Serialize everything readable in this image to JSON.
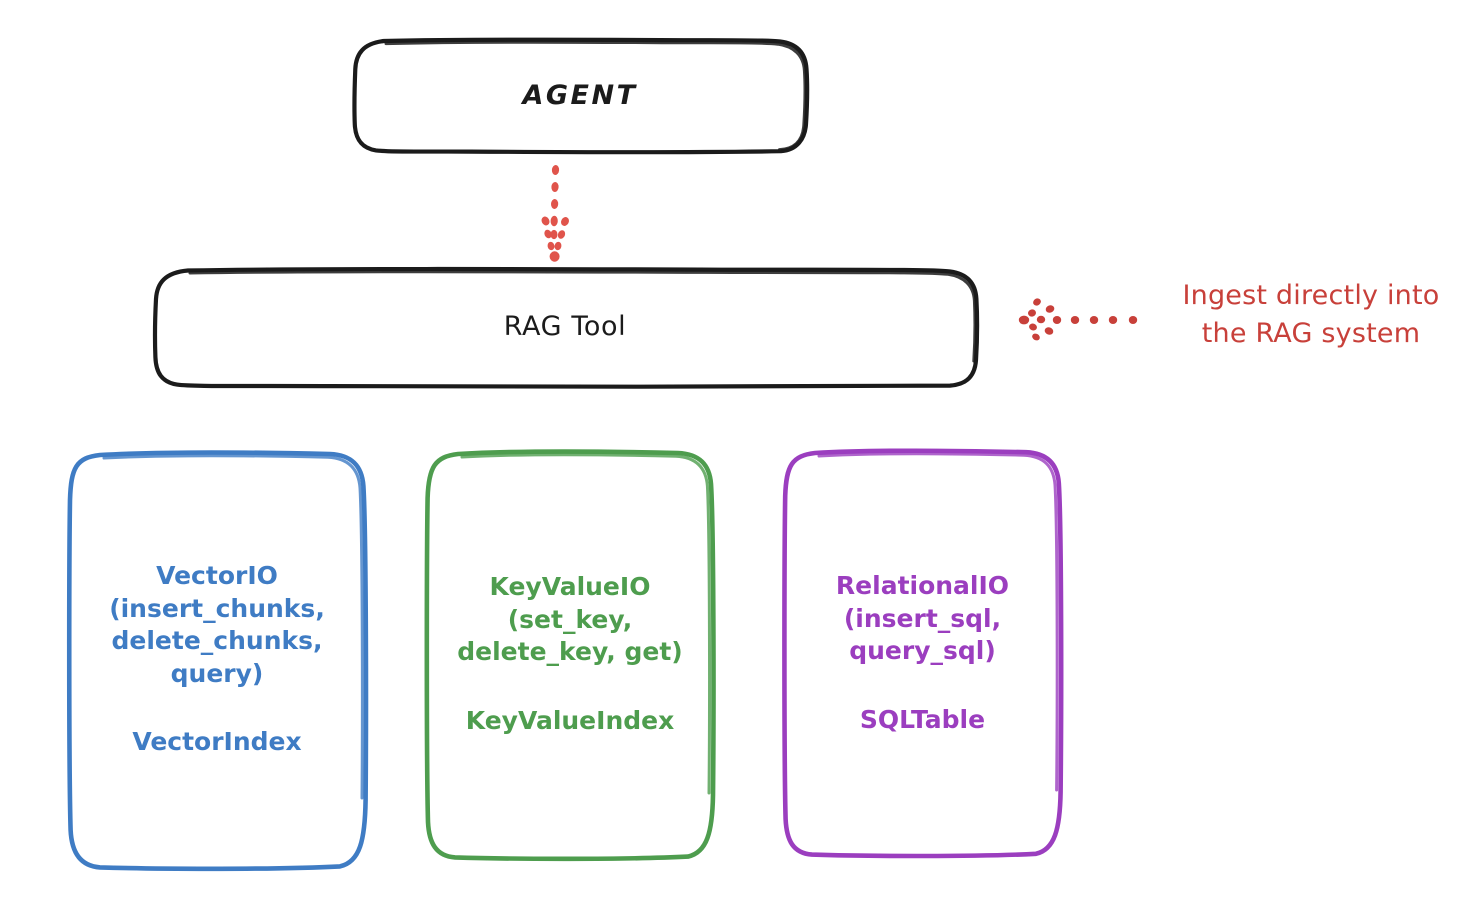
{
  "diagram": {
    "title": "RAG Tool storage abstraction diagram",
    "background_color": "#ffffff"
  },
  "nodes": {
    "agent": {
      "label": "AGENT",
      "color": "#1b1b1b",
      "shape": "rounded-rectangle"
    },
    "rag_tool": {
      "label": "RAG Tool",
      "color": "#1b1b1b",
      "shape": "rounded-rectangle"
    },
    "vector_io": {
      "api": "VectorIO\n(insert_chunks,\ndelete_chunks,\nquery)",
      "index": "VectorIndex",
      "color": "#3f7cc4",
      "shape": "rounded-rectangle"
    },
    "key_value_io": {
      "api": "KeyValueIO\n(set_key,\ndelete_key, get)",
      "index": "KeyValueIndex",
      "color": "#4e9d4e",
      "shape": "rounded-rectangle"
    },
    "relational_io": {
      "api": "RelationalIO\n(insert_sql,\nquery_sql)",
      "index": "SQLTable",
      "color": "#9b3ebf",
      "shape": "rounded-rectangle"
    }
  },
  "annotations": {
    "ingest": {
      "text": "Ingest directly into\nthe RAG system",
      "color": "#c8403a",
      "arrow": "dotted-arrow-left-icon"
    }
  },
  "connectors": {
    "agent_to_rag_tool": {
      "style": "dotted",
      "color": "#e0544b",
      "direction": "down",
      "name": "dotted-arrow-down-icon"
    }
  }
}
